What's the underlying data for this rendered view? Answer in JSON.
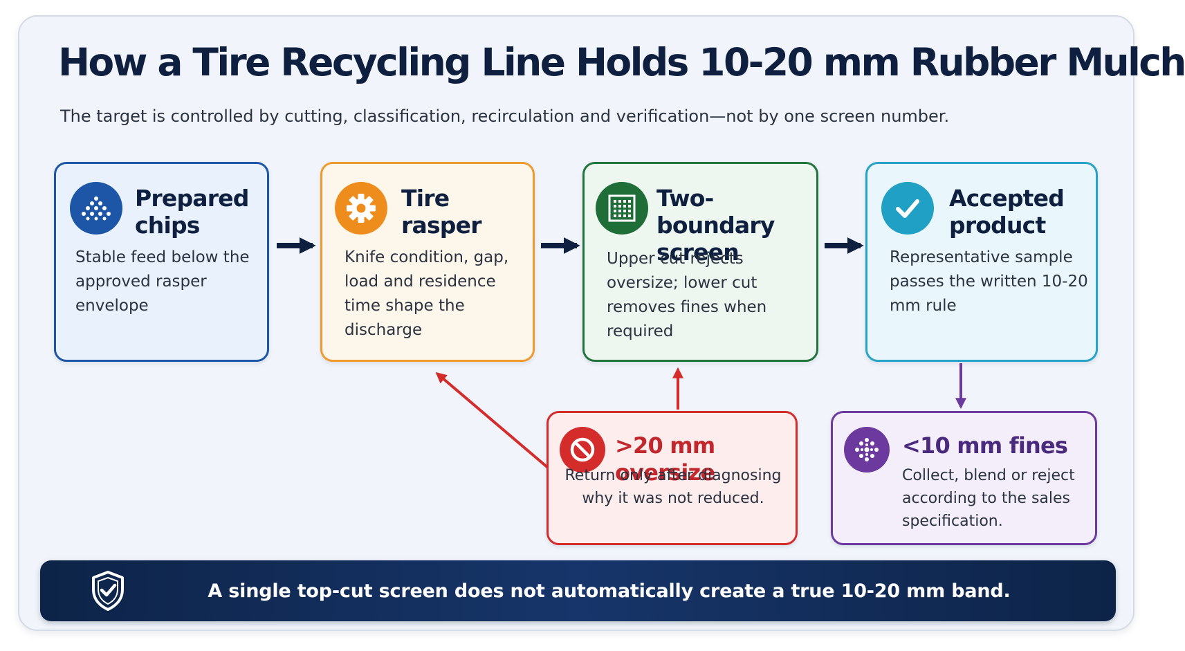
{
  "title": "How a Tire Recycling Line Holds 10-20 mm Rubber Mulch",
  "subtitle": "The target is controlled by cutting, classification, recirculation and verification—not by one screen number.",
  "steps": [
    {
      "title_line1": "Prepared",
      "title_line2": "chips",
      "desc": "Stable feed below the approved rasper envelope",
      "icon": "chips-pile-icon",
      "color": "#1d56a6"
    },
    {
      "title_line1": "Tire",
      "title_line2": "rasper",
      "desc": "Knife condition, gap, load and residence time shape the discharge",
      "icon": "gear-icon",
      "color": "#ef8d1c"
    },
    {
      "title_line1": "Two-boundary",
      "title_line2": "screen",
      "desc": "Upper cut rejects oversize; lower cut removes fines when required",
      "icon": "screen-mesh-icon",
      "color": "#1f6e38"
    },
    {
      "title_line1": "Accepted",
      "title_line2": "product",
      "desc": "Representative sample passes the written 10-20 mm rule",
      "icon": "checkmark-icon",
      "color": "#1fa0c4"
    }
  ],
  "oversize": {
    "title": ">20 mm oversize",
    "desc": "Return only after diagnosing why it was not reduced.",
    "icon": "no-symbol-icon",
    "color": "#d42b2b"
  },
  "fines": {
    "title": "<10 mm fines",
    "desc": "Collect, blend or reject according to the sales specification.",
    "icon": "particles-icon",
    "color": "#6c3a9e"
  },
  "banner": {
    "text": "A single top-cut screen does not automatically create a true 10-20 mm band.",
    "icon": "shield-check-icon"
  }
}
